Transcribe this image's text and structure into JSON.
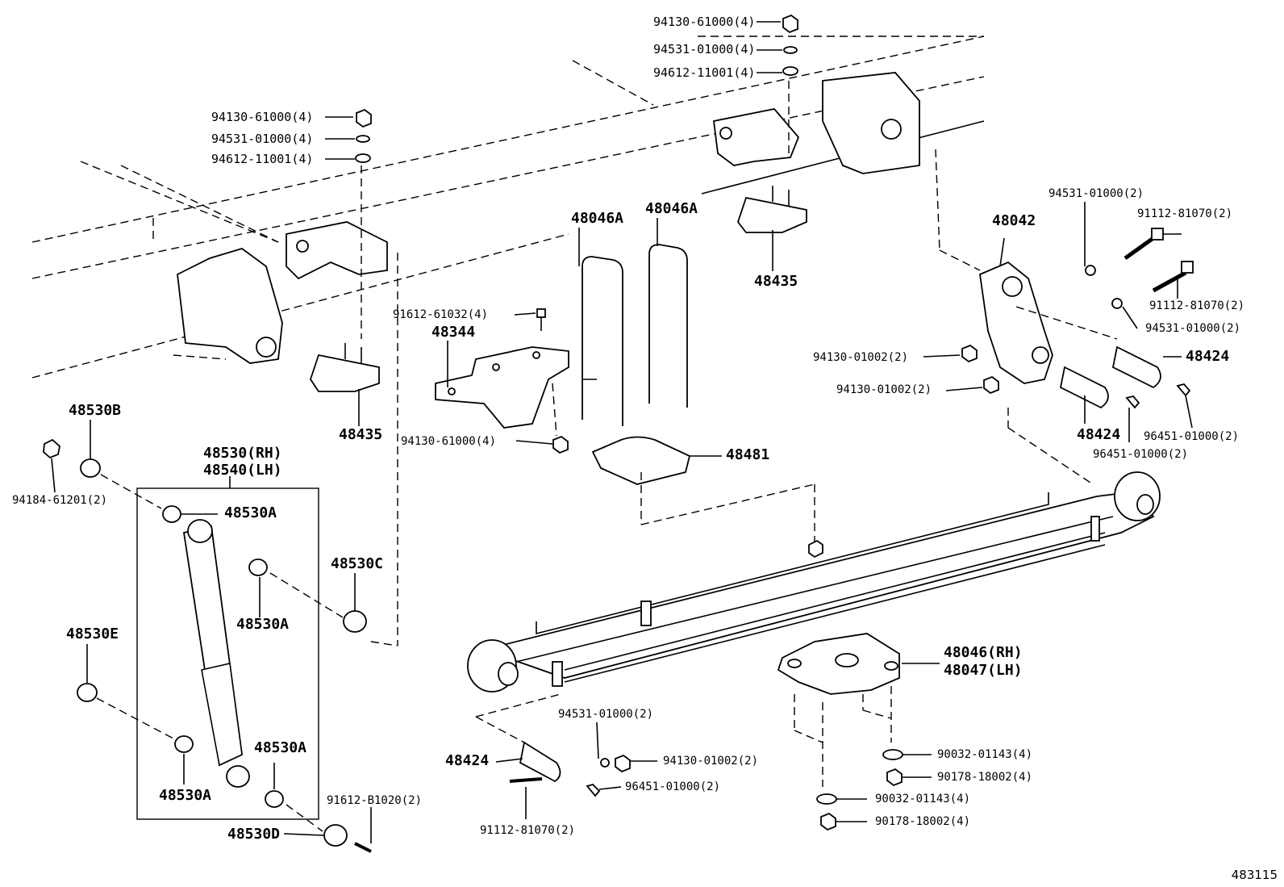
{
  "diagram": {
    "figure_number": "483115",
    "labels": {
      "p94130_61000_top": "94130-61000(4)",
      "p94531_01000_top": "94531-01000(4)",
      "p94612_11001_top": "94612-11001(4)",
      "p94130_61000_left": "94130-61000(4)",
      "p94531_01000_left": "94531-01000(4)",
      "p94612_11001_left": "94612-11001(4)",
      "p48046A_1": "48046A",
      "p48046A_2": "48046A",
      "p48435_top": "48435",
      "p48435_left": "48435",
      "p91612_61032": "91612-61032(4)",
      "p48344": "48344",
      "p94130_61000_mid": "94130-61000(4)",
      "p48481": "48481",
      "p48042": "48042",
      "p94531_01000_r1": "94531-01000(2)",
      "p91112_81070_r1": "91112-81070(2)",
      "p91112_81070_r2": "91112-81070(2)",
      "p94531_01000_r2": "94531-01000(2)",
      "p94130_01002_r1": "94130-01002(2)",
      "p94130_01002_r2": "94130-01002(2)",
      "p48424_r1": "48424",
      "p48424_r2": "48424",
      "p96451_01000_r1": "96451-01000(2)",
      "p96451_01000_r2": "96451-01000(2)",
      "p48530B": "48530B",
      "p94184_61201": "94184-61201(2)",
      "p48530_rh": "48530(RH)",
      "p48540_lh": "48540(LH)",
      "p48530A_1": "48530A",
      "p48530C": "48530C",
      "p48530A_2": "48530A",
      "p48530E": "48530E",
      "p48530A_3": "48530A",
      "p48530A_4": "48530A",
      "p48530D": "48530D",
      "p91612_B1020": "91612-B1020(2)",
      "p48046_rh": "48046(RH)",
      "p48047_lh": "48047(LH)",
      "p94531_01000_b": "94531-01000(2)",
      "p94130_01002_b": "94130-01002(2)",
      "p48424_b": "48424",
      "p96451_01000_b": "96451-01000(2)",
      "p91112_81070_b": "91112-81070(2)",
      "p90032_01143_1": "90032-01143(4)",
      "p90178_18002_1": "90178-18002(4)",
      "p90032_01143_2": "90032-01143(4)",
      "p90178_18002_2": "90178-18002(4)"
    }
  }
}
